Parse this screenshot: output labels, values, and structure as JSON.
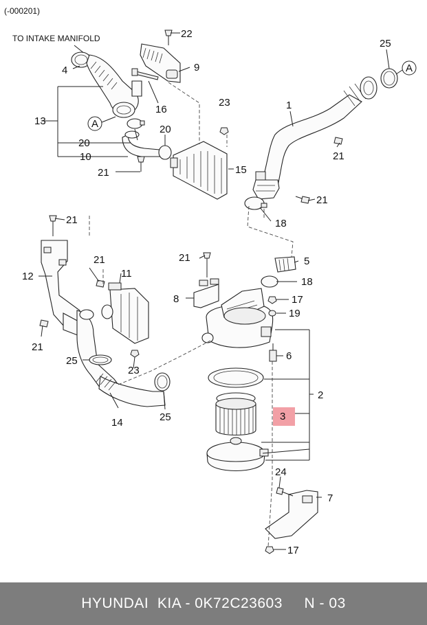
{
  "header": {
    "code_range": "(-000201)",
    "intake_label": "TO INTAKE MANIFOLD"
  },
  "ref_marker": "A",
  "callouts": {
    "c1": "1",
    "c2": "2",
    "c3": "3",
    "c4": "4",
    "c5": "5",
    "c6": "6",
    "c7": "7",
    "c8": "8",
    "c9": "9",
    "c10": "10",
    "c11": "11",
    "c12": "12",
    "c13": "13",
    "c14": "14",
    "c15": "15",
    "c16": "16",
    "c17": "17",
    "c18": "18",
    "c19": "19",
    "c20": "20",
    "c21": "21",
    "c22": "22",
    "c23": "23",
    "c24": "24",
    "c25": "25"
  },
  "highlight_color": "#f2a0a6",
  "footer": {
    "text": "HYUNDAI  KIA - 0K72C23603     N - 03"
  }
}
